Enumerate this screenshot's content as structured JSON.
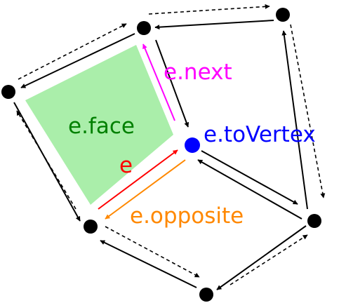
{
  "labels": {
    "next": "e.next",
    "face": "e.face",
    "to_vertex": "e.toVertex",
    "edge": "e",
    "opposite": "e.opposite"
  },
  "colors": {
    "next": "#ff00ff",
    "face": "#008000",
    "face_fill": "#aaeeaa",
    "to_vertex": "#0000ff",
    "edge": "#ff0000",
    "opposite": "#ff8800",
    "vertex": "#000000"
  }
}
